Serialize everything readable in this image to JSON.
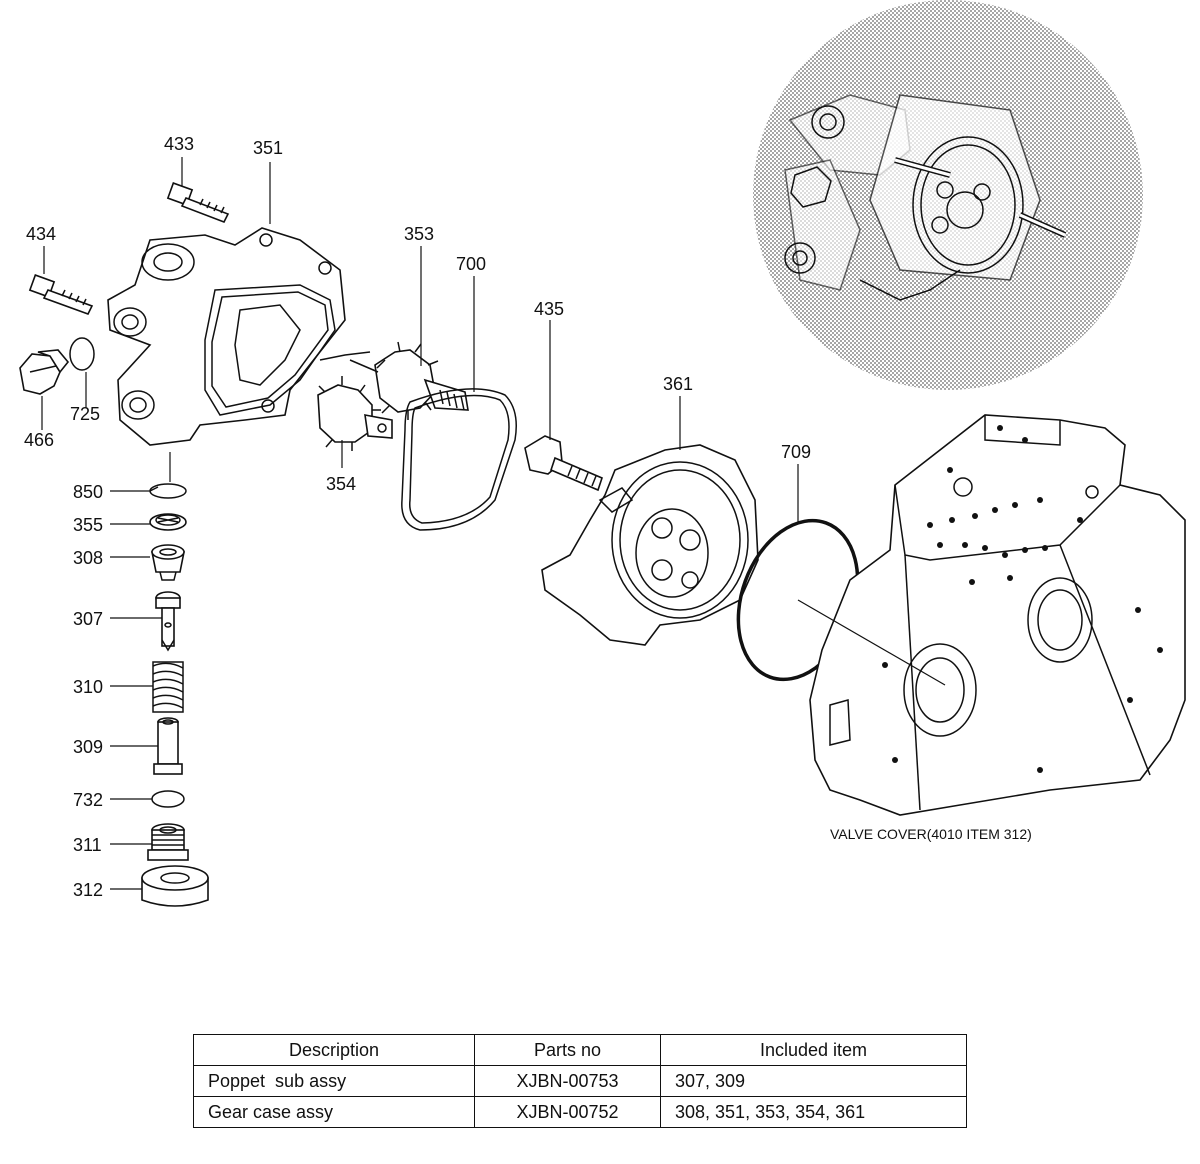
{
  "callouts": {
    "p433": "433",
    "p351": "351",
    "p434": "434",
    "p353": "353",
    "p700": "700",
    "p435": "435",
    "p361": "361",
    "p725": "725",
    "p466": "466",
    "p354": "354",
    "p709": "709",
    "p850": "850",
    "p355": "355",
    "p308": "308",
    "p307": "307",
    "p310": "310",
    "p309": "309",
    "p732": "732",
    "p311": "311",
    "p312": "312"
  },
  "caption": "VALVE COVER(4010 ITEM 312)",
  "table": {
    "headers": [
      "Description",
      "Parts no",
      "Included item"
    ],
    "rows": [
      [
        "Poppet  sub assy",
        "XJBN-00753",
        "307, 309"
      ],
      [
        "Gear case assy",
        "XJBN-00752",
        "308, 351, 353, 354, 361"
      ]
    ]
  },
  "colors": {
    "ink": "#111111",
    "background": "#ffffff",
    "halftone": "#bdbdbd"
  }
}
